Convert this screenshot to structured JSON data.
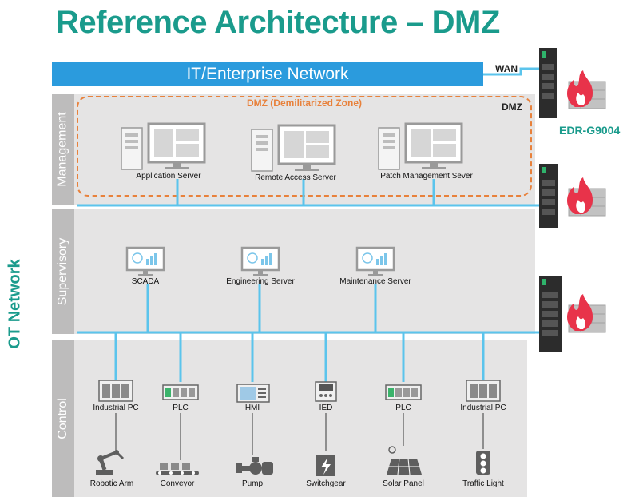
{
  "title": "Reference Architecture – DMZ",
  "it_network": "IT/Enterprise Network",
  "wan": "WAN",
  "router_model": "EDR-G9004",
  "ot_network": "OT Network",
  "zones": {
    "management": "Management",
    "supervisory": "Supervisory",
    "control": "Control"
  },
  "dmz": {
    "title": "DMZ (Demilitarized Zone)",
    "tag": "DMZ"
  },
  "servers": [
    "Application Server",
    "Remote Access Server",
    "Patch Management Sever"
  ],
  "supervisory": [
    "SCADA",
    "Engineering Server",
    "Maintenance Server"
  ],
  "controllers": [
    "Industrial PC",
    "PLC",
    "HMI",
    "IED",
    "PLC",
    "Industrial PC"
  ],
  "field_devices": [
    "Robotic Arm",
    "Conveyor",
    "Pump",
    "Switchgear",
    "Solar Panel",
    "Traffic Light"
  ],
  "colors": {
    "teal": "#1a9b8c",
    "blue": "#2b9bdd",
    "link": "#5bc4ec",
    "orange": "#e8813b",
    "zone": "#e5e4e4",
    "tab": "#bdbcbc",
    "fire": "#e8334a"
  }
}
